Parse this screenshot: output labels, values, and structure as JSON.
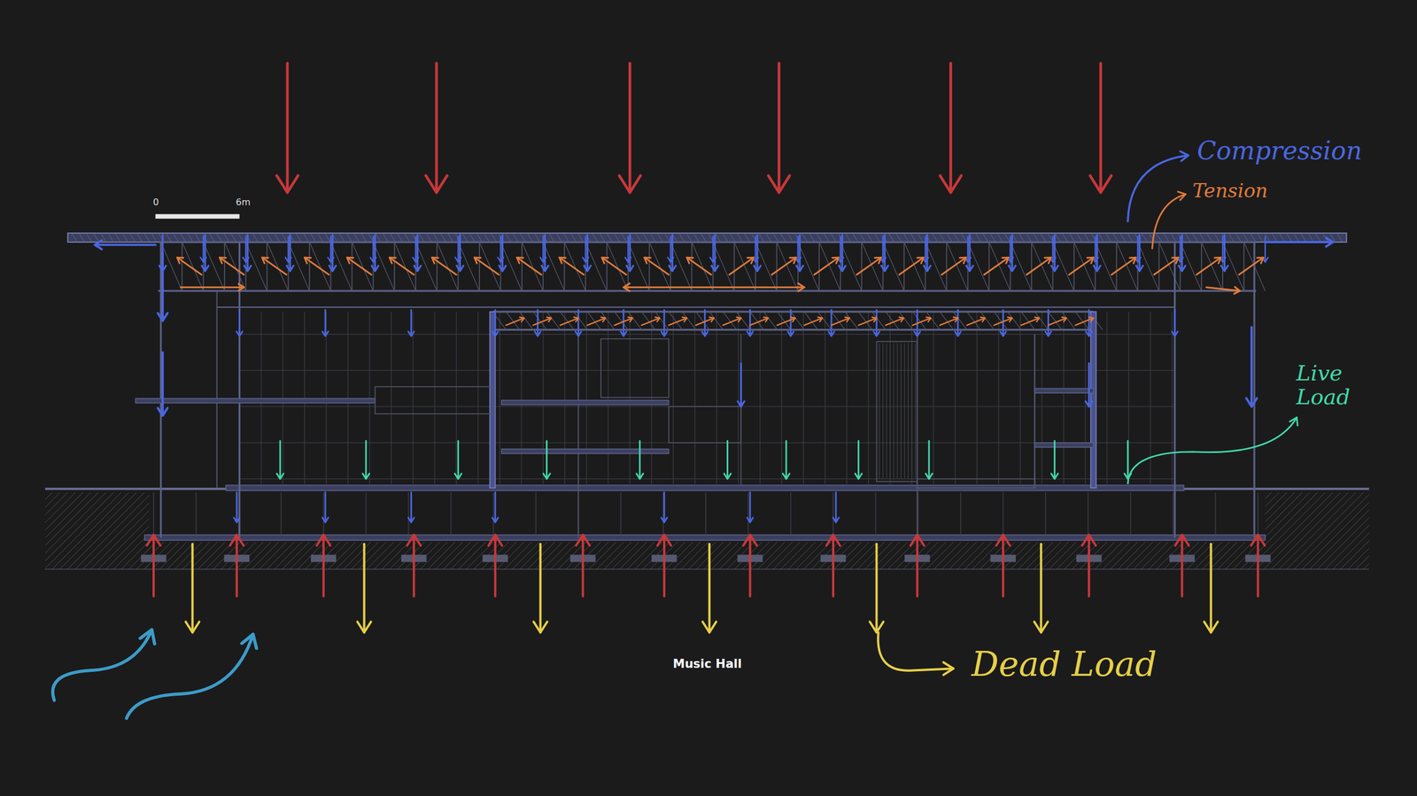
{
  "diagram": {
    "caption": "Music Hall",
    "labels": [
      "0",
      "6m",
      "Compression",
      "Tension",
      "Live Load",
      "Dead Load"
    ]
  }
}
